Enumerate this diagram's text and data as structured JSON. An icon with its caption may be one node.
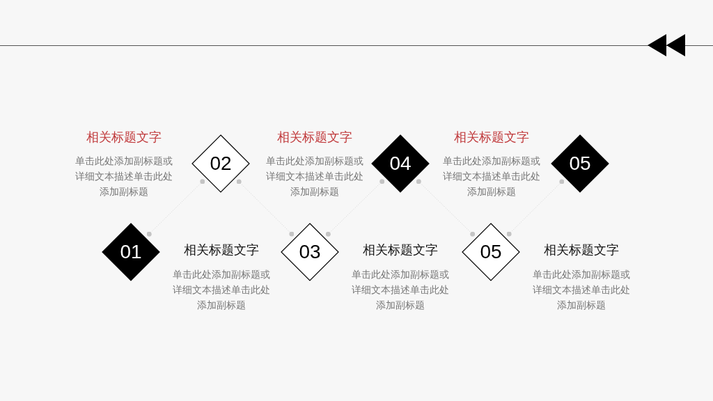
{
  "diagram": {
    "nodes": [
      {
        "text": [
          "01"
        ],
        "beside": [
          "相关标题文字",
          "单击此处添加副标题或详细文本描述单击此处添加副标题"
        ]
      },
      {
        "text": [
          "02"
        ]
      },
      {
        "text": [
          "03"
        ],
        "beside": [
          "相关标题文字",
          "单击此处添加副标题或详细文本描述单击此处添加副标题"
        ]
      },
      {
        "text": [
          "04"
        ]
      },
      {
        "text": [
          "05"
        ],
        "beside": [
          "相关标题文字",
          "单击此处添加副标题或详细文本描述单击此处添加副标题"
        ]
      },
      {
        "text": [
          "05"
        ]
      }
    ],
    "edges": [
      {
        "from": 0,
        "to": 1,
        "arrow": "other"
      },
      {
        "from": 1,
        "to": 2,
        "arrow": "other"
      },
      {
        "from": 2,
        "to": 3,
        "arrow": "other"
      },
      {
        "from": 3,
        "to": 4,
        "arrow": "other"
      },
      {
        "from": 4,
        "to": 5,
        "arrow": "other"
      }
    ],
    "labels": [
      "相关标题文字",
      "单击此处添加副标题或详细文本描述单击此处添加副标题",
      "相关标题文字",
      "单击此处添加副标题或详细文本描述单击此处添加副标题",
      "相关标题文字",
      "单击此处添加副标题或详细文本描述单击此处添加副标题"
    ]
  }
}
